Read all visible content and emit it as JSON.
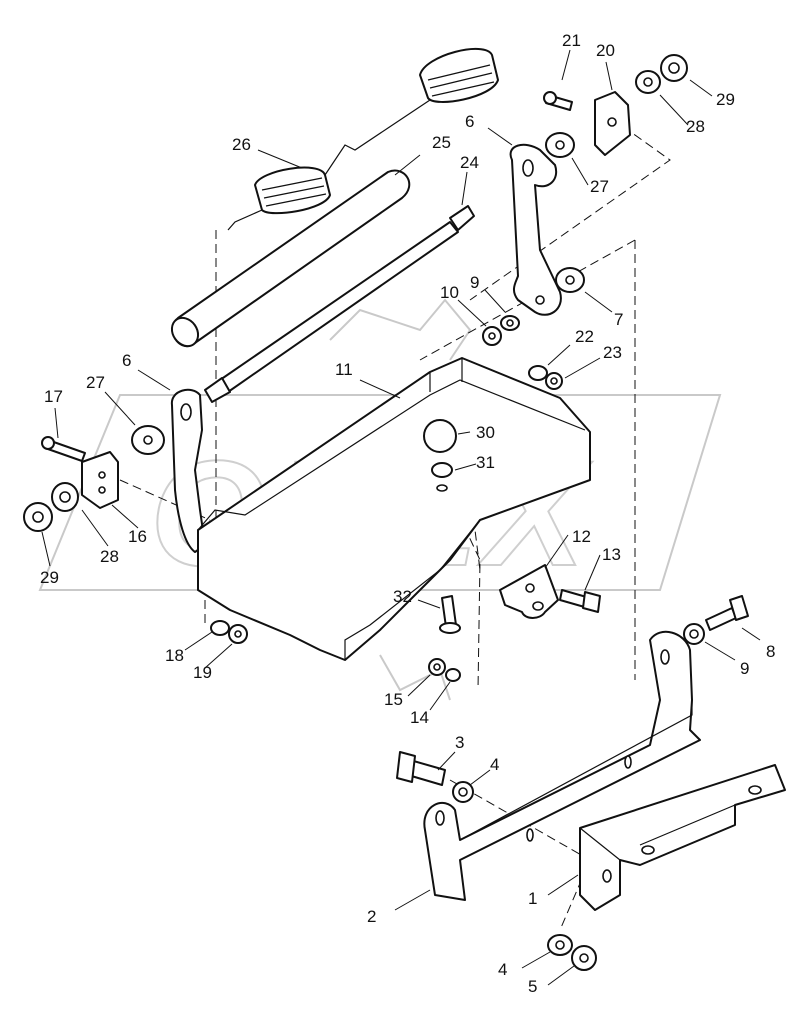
{
  "watermark": "OPEX",
  "labels": {
    "l1": "1",
    "l2": "2",
    "l3": "3",
    "l4a": "4",
    "l4b": "4",
    "l5": "5",
    "l6a": "6",
    "l6b": "6",
    "l7": "7",
    "l8": "8",
    "l9a": "9",
    "l9b": "9",
    "l10": "10",
    "l11": "11",
    "l12": "12",
    "l13": "13",
    "l14": "14",
    "l15": "15",
    "l16": "16",
    "l17": "17",
    "l18": "18",
    "l19": "19",
    "l20": "20",
    "l21": "21",
    "l22": "22",
    "l23": "23",
    "l24": "24",
    "l25": "25",
    "l26": "26",
    "l27a": "27",
    "l27b": "27",
    "l28a": "28",
    "l28b": "28",
    "l29a": "29",
    "l29b": "29",
    "l30": "30",
    "l31": "31",
    "l32": "32"
  }
}
